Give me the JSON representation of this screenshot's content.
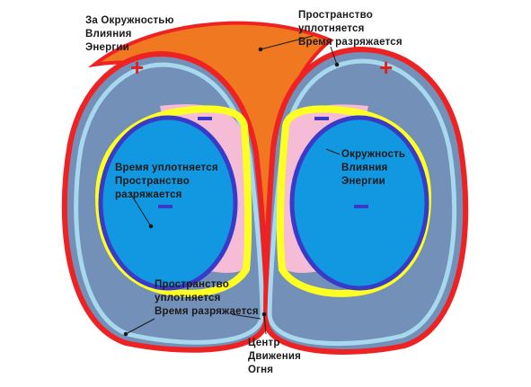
{
  "labels": {
    "outside": [
      "За Окружностью",
      "Влияния",
      "Энергии"
    ],
    "top": [
      "Пространство",
      "уплотняется",
      "Время разряжается"
    ],
    "inner_left": [
      "Время уплотняется",
      "Пространство",
      "разряжается"
    ],
    "inner_right": [
      "Окружность",
      "Влияния",
      "Энергии"
    ],
    "bottom_mid": [
      "Пространство",
      "уплотняется",
      "Время разряжается"
    ],
    "center": [
      "Центр",
      "Движения",
      "Огня"
    ]
  },
  "signs": {
    "plus": "+",
    "minus": "−"
  },
  "colors": {
    "outer_boundary": "#ee2222",
    "top_region": "#f07820",
    "outer_fill": "#7390b8",
    "light_blue_ring": "#a8d8ee",
    "yellow_ring": "#ffff22",
    "pink_region": "#f6bcd6",
    "blue_ring": "#3a3ac8",
    "core": "#1298e0",
    "plus_sign": "#e02020",
    "minus_sign": "#3a3ac8"
  }
}
